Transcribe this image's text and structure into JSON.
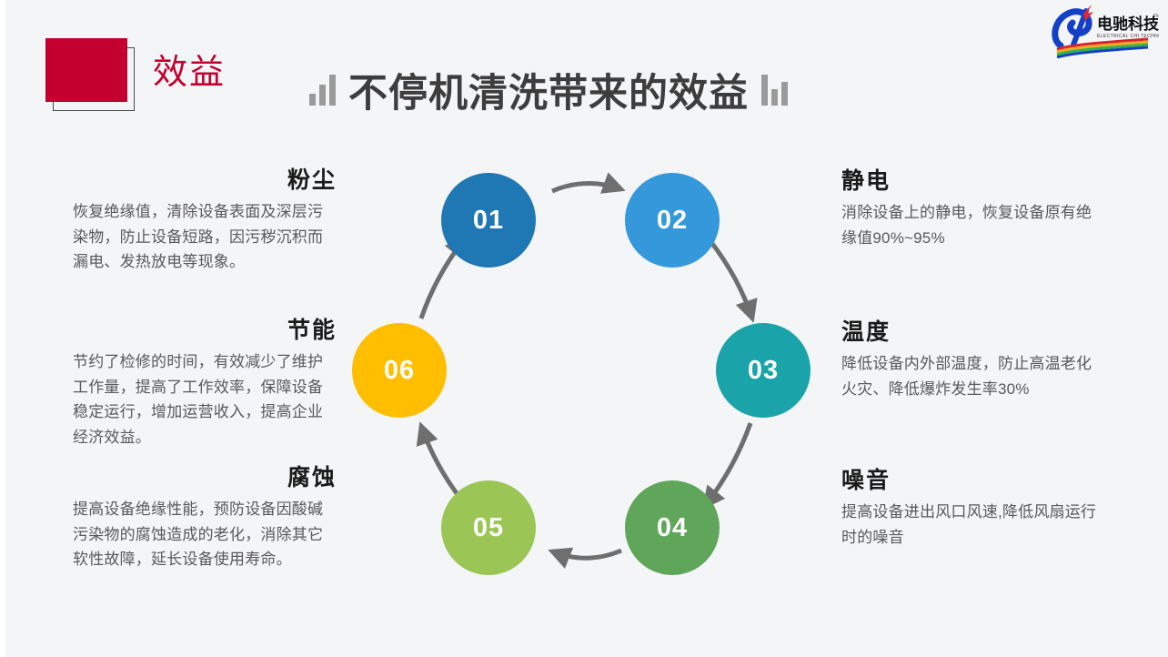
{
  "header": {
    "badge_label": "效益",
    "badge_color": "#c3002f",
    "title": "不停机清洗带来的效益",
    "title_color": "#3d3d3d",
    "decor_icon_left": "bar-chart-icon",
    "decor_icon_right": "bar-chart-icon"
  },
  "logo": {
    "name": "dianchi-technology-logo",
    "cn_text": "电驰科技",
    "en_text": "ELECTRICAL CHI TECHNOLOGY",
    "tm": "TM"
  },
  "diagram": {
    "type": "cycle",
    "nodes": [
      {
        "number": "01",
        "color": "#1f77b4",
        "topic": "粉尘"
      },
      {
        "number": "02",
        "color": "#3498db",
        "topic": "静电"
      },
      {
        "number": "03",
        "color": "#1aa3a8",
        "topic": "温度"
      },
      {
        "number": "04",
        "color": "#5fa55a",
        "topic": "噪音"
      },
      {
        "number": "05",
        "color": "#9bc555",
        "topic": "腐蚀"
      },
      {
        "number": "06",
        "color": "#ffbf00",
        "topic": "节能"
      }
    ],
    "arrow_color": "#6e6e6e"
  },
  "items": {
    "dust": {
      "heading": "粉尘",
      "body": "恢复绝缘值，清除设备表面及深层污染物，防止设备短路，因污秽沉积而漏电、发热放电等现象。"
    },
    "static": {
      "heading": "静电",
      "body": "消除设备上的静电，恢复设备原有绝缘值90%~95%"
    },
    "temperature": {
      "heading": "温度",
      "body": "降低设备内外部温度，防止高温老化火灾、降低爆炸发生率30%"
    },
    "noise": {
      "heading": "噪音",
      "body": "提高设备进出风口风速,降低风扇运行时的噪音"
    },
    "corrosion": {
      "heading": "腐蚀",
      "body": "提高设备绝缘性能，预防设备因酸碱污染物的腐蚀造成的老化，消除其它软性故障，延长设备使用寿命。"
    },
    "energy": {
      "heading": "节能",
      "body": "节约了检修的时间，有效减少了维护工作量，提高了工作效率，保障设备稳定运行，增加运营收入，提高企业经济效益。"
    }
  }
}
